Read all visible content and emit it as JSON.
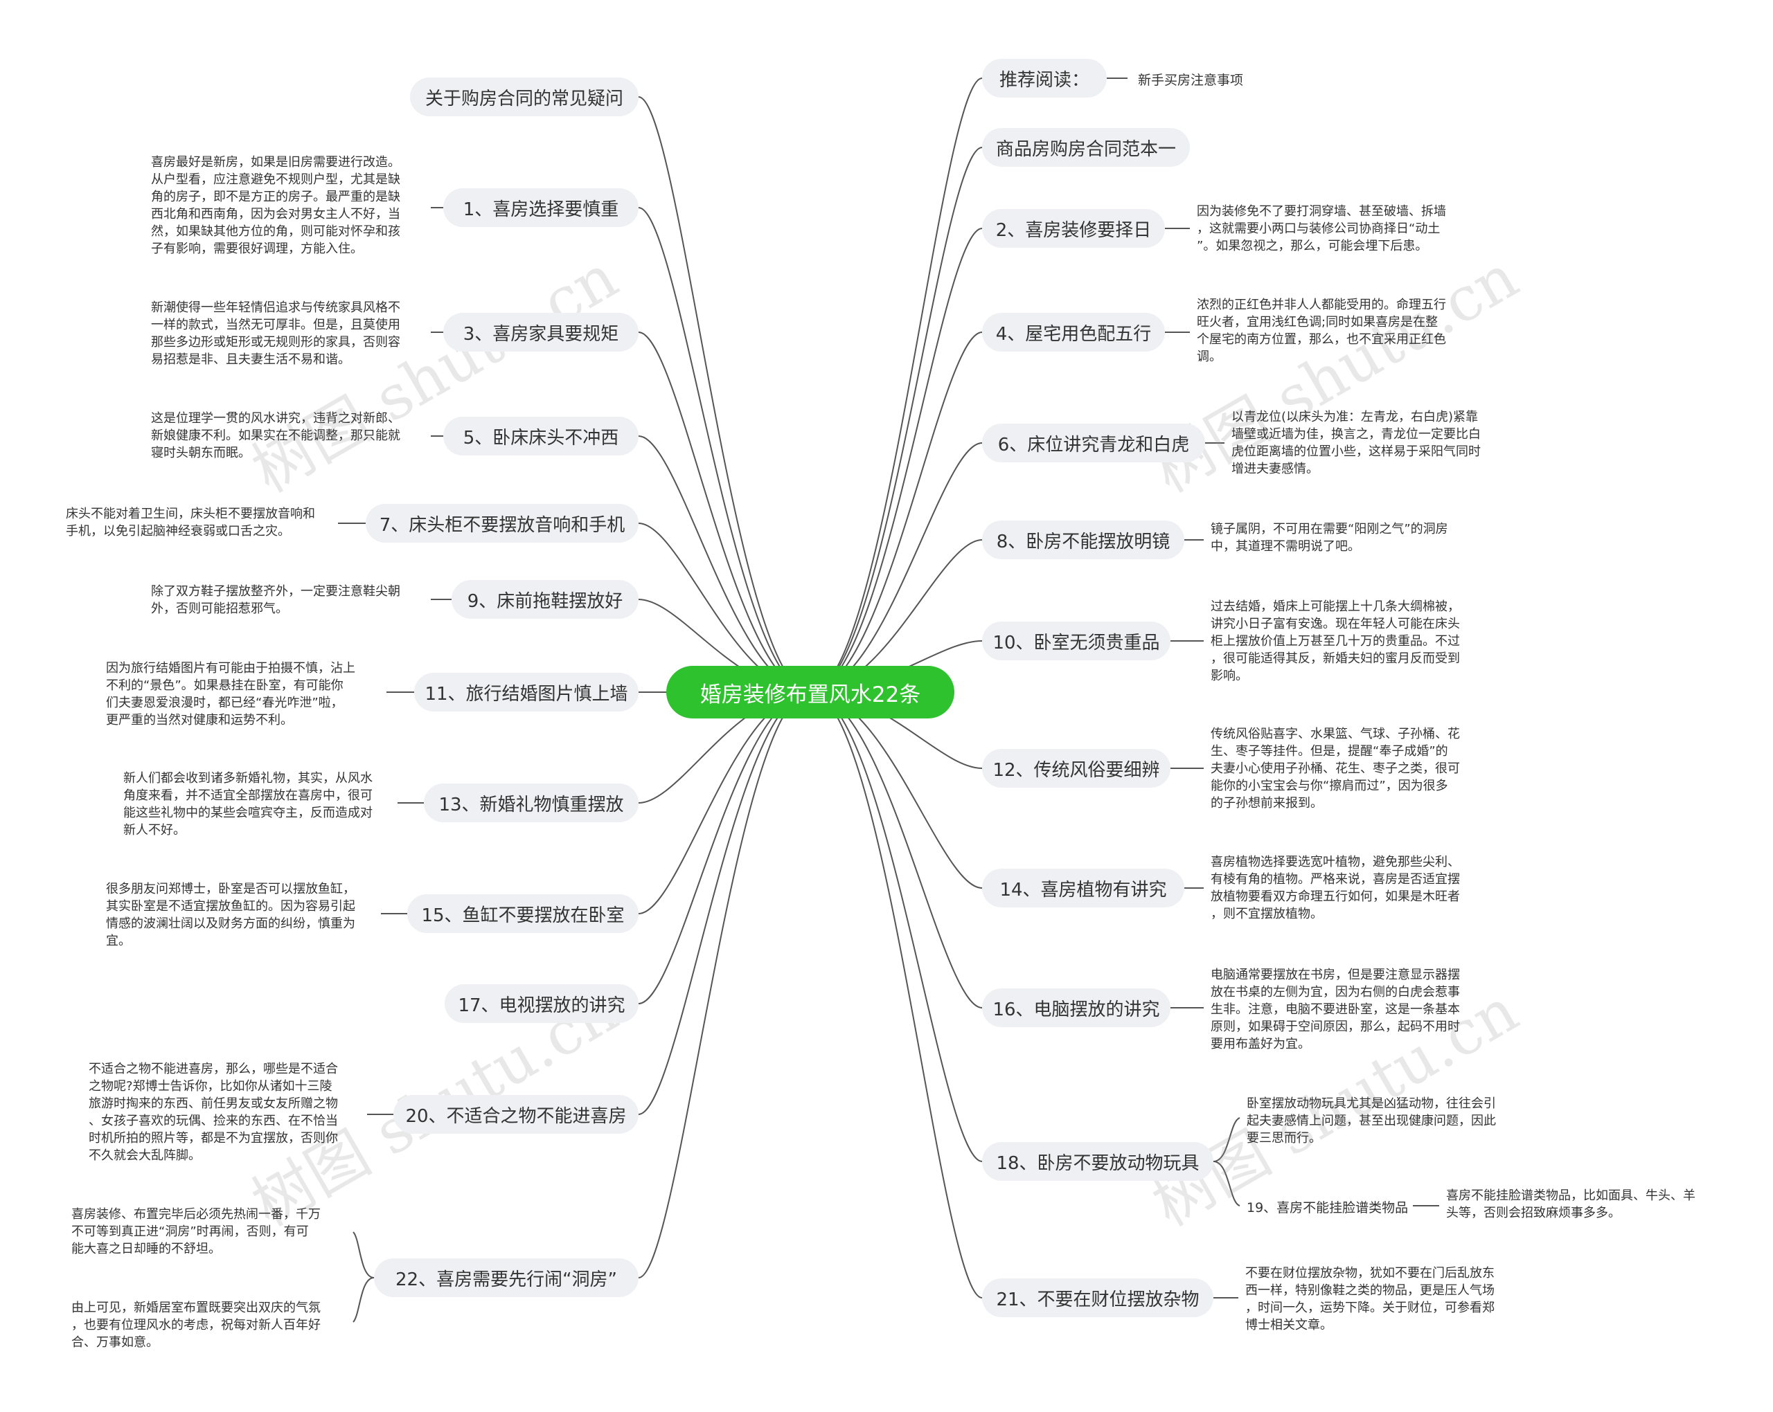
{
  "central_topic": "婚房装修布置风水22条",
  "left_branches": [
    {
      "title": "关于购房合同的常见疑问",
      "detail": ""
    },
    {
      "title": "1、喜房选择要慎重",
      "detail": "喜房最好是新房，如果是旧房需要进行改造。\n从户型看，应注意避免不规则户型，尤其是缺\n角的房子，即不是方正的房子。最严重的是缺\n西北角和西南角，因为会对男女主人不好，当\n然，如果缺其他方位的角，则可能对怀孕和孩\n子有影响，需要很好调理，方能入住。"
    },
    {
      "title": "3、喜房家具要规矩",
      "detail": "新潮使得一些年轻情侣追求与传统家具风格不\n一样的款式，当然无可厚非。但是，且莫使用\n那些多边形或矩形或无规则形的家具，否则容\n易招惹是非、且夫妻生活不易和谐。"
    },
    {
      "title": "5、卧床床头不冲西",
      "detail": "这是位理学一贯的风水讲究，违背之对新郎、\n新娘健康不利。如果实在不能调整，那只能就\n寝时头朝东而眠。"
    },
    {
      "title": "7、床头柜不要摆放音响和手机",
      "detail": "床头不能对着卫生间，床头柜不要摆放音响和\n手机，以免引起脑神经衰弱或口舌之灾。"
    },
    {
      "title": "9、床前拖鞋摆放好",
      "detail": "除了双方鞋子摆放整齐外，一定要注意鞋尖朝\n外，否则可能招惹邪气。"
    },
    {
      "title": "11、旅行结婚图片慎上墙",
      "detail": "因为旅行结婚图片有可能由于拍摄不慎，沾上\n不利的“景色”。如果悬挂在卧室，有可能你\n们夫妻恩爱浪漫时，都已经“春光咋泄”啦，\n更严重的当然对健康和运势不利。"
    },
    {
      "title": "13、新婚礼物慎重摆放",
      "detail": "新人们都会收到诸多新婚礼物，其实，从风水\n角度来看，并不适宜全部摆放在喜房中，很可\n能这些礼物中的某些会喧宾夺主，反而造成对\n新人不好。"
    },
    {
      "title": "15、鱼缸不要摆放在卧室",
      "detail": "很多朋友问郑博士，卧室是否可以摆放鱼缸，\n其实卧室是不适宜摆放鱼缸的。因为容易引起\n情感的波澜壮阔以及财务方面的纠纷，慎重为\n宜。"
    },
    {
      "title": "17、电视摆放的讲究",
      "detail": ""
    },
    {
      "title": "20、不适合之物不能进喜房",
      "detail": "不适合之物不能进喜房，那么，哪些是不适合\n之物呢?郑博士告诉你，比如你从诸如十三陵\n旅游时掏来的东西、前任男友或女友所赠之物\n、女孩子喜欢的玩偶、捡来的东西、在不恰当\n时机所拍的照片等，都是不为宜摆放，否则你\n不久就会大乱阵脚。"
    },
    {
      "title": "22、喜房需要先行闹“洞房”",
      "detail": "喜房装修、布置完毕后必须先热闹一番，千万\n不可等到真正进“洞房”时再闹，否则，有可\n能大喜之日却睡的不舒坦。",
      "detail2": "由上可见，新婚居室布置既要突出双庆的气氛\n，也要有位理风水的考虑，祝每对新人百年好\n合、万事如意。"
    }
  ],
  "right_branches": [
    {
      "title": "推荐阅读：",
      "detail": "新手买房注意事项"
    },
    {
      "title": "商品房购房合同范本一",
      "detail": ""
    },
    {
      "title": "2、喜房装修要择日",
      "detail": "因为装修免不了要打洞穿墙、甚至破墙、拆墙\n，这就需要小两口与装修公司协商择日“动土\n”。如果忽视之，那么，可能会埋下后患。"
    },
    {
      "title": "4、屋宅用色配五行",
      "detail": "浓烈的正红色并非人人都能受用的。命理五行\n旺火者，宜用浅红色调;同时如果喜房是在整\n个屋宅的南方位置，那么，也不宜采用正红色\n调。"
    },
    {
      "title": "6、床位讲究青龙和白虎",
      "detail": "以青龙位(以床头为准：左青龙，右白虎)紧靠\n墙壁或近墙为佳，换言之，青龙位一定要比白\n虎位距离墙的位置小些，这样易于采阳气同时\n增进夫妻感情。"
    },
    {
      "title": "8、卧房不能摆放明镜",
      "detail": "镜子属阴，不可用在需要“阳刚之气”的洞房\n中，其道理不需明说了吧。"
    },
    {
      "title": "10、卧室无须贵重品",
      "detail": "过去结婚，婚床上可能摆上十几条大绸棉被，\n讲究小日子富有安逸。现在年轻人可能在床头\n柜上摆放价值上万甚至几十万的贵重品。不过\n，很可能适得其反，新婚夫妇的蜜月反而受到\n影响。"
    },
    {
      "title": "12、传统风俗要细辨",
      "detail": "传统风俗贴喜字、水果篮、气球、子孙桶、花\n生、枣子等挂件。但是，提醒“奉子成婚”的\n夫妻小心使用子孙桶、花生、枣子之类，很可\n能你的小宝宝会与你“擦肩而过”，因为很多\n的子孙想前来报到。"
    },
    {
      "title": "14、喜房植物有讲究",
      "detail": "喜房植物选择要选宽叶植物，避免那些尖利、\n有棱有角的植物。严格来说，喜房是否适宜摆\n放植物要看双方命理五行如何，如果是木旺者\n，则不宜摆放植物。"
    },
    {
      "title": "16、电脑摆放的讲究",
      "detail": "电脑通常要摆放在书房，但是要注意显示器摆\n放在书桌的左侧为宜，因为右侧的白虎会惹事\n生非。注意，电脑不要进卧室，这是一条基本\n原则，如果碍于空间原因，那么，起码不用时\n要用布盖好为宜。"
    },
    {
      "title": "18、卧房不要放动物玩具",
      "detail": "卧室摆放动物玩具尤其是凶猛动物，往往会引\n起夫妻感情上问题，甚至出现健康问题，因此\n要三思而行。",
      "child": "19、喜房不能挂脸谱类物品",
      "child_detail": "喜房不能挂脸谱类物品，比如面具、牛头、羊\n头等，否则会招致麻烦事多多。"
    },
    {
      "title": "21、不要在财位摆放杂物",
      "detail": "不要在财位摆放杂物，犹如不要在门后乱放东\n西一样，特别像鞋之类的物品，更是压人气场\n，时间一久，运势下降。关于财位，可参看郑\n博士相关文章。"
    }
  ],
  "watermark": "树图 shutu.cn",
  "colors": {
    "center": "#2ec22e",
    "pill": "#eef0f3",
    "line": "#555555"
  }
}
